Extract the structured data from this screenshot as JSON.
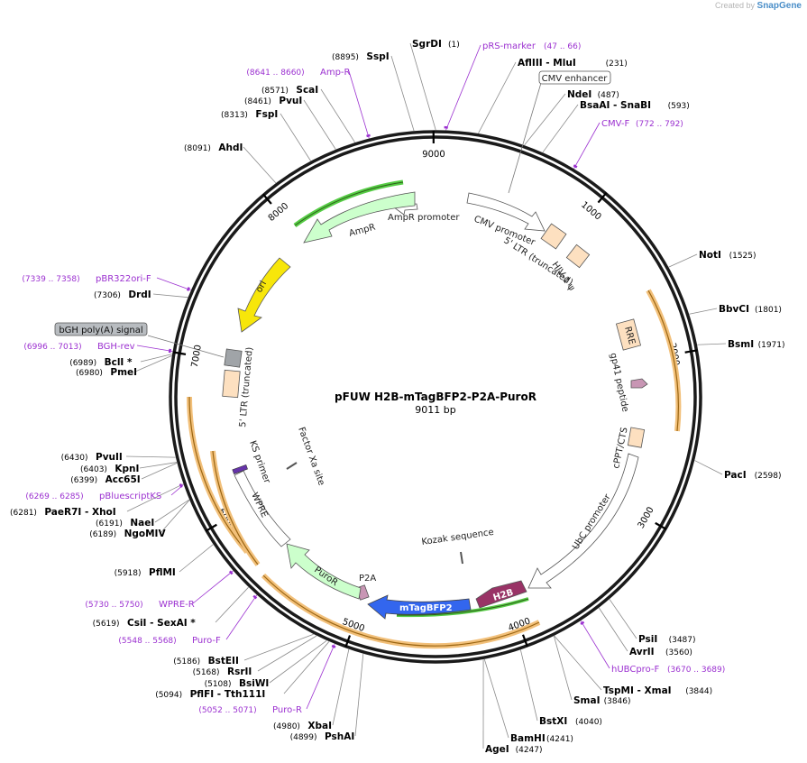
{
  "app": {
    "credit_prefix": "Created by",
    "credit_brand": "SnapGene"
  },
  "plasmid": {
    "name": "pFUW H2B-mTagBFP2-P2A-PuroR",
    "size_label": "9011 bp",
    "length": 9011
  },
  "ticks": [
    {
      "pos": 1000,
      "label": "1000"
    },
    {
      "pos": 2000,
      "label": "2000"
    },
    {
      "pos": 3000,
      "label": "3000"
    },
    {
      "pos": 4000,
      "label": "4000"
    },
    {
      "pos": 5000,
      "label": "5000"
    },
    {
      "pos": 6000,
      "label": "6000"
    },
    {
      "pos": 7000,
      "label": "7000"
    },
    {
      "pos": 8000,
      "label": "8000"
    },
    {
      "pos": 9000,
      "label": "9000"
    }
  ],
  "sites": [
    {
      "pos": 1,
      "name": "SgrDI",
      "coord": "(1)"
    },
    {
      "pos": 8895,
      "name": "SspI",
      "coord": "(8895)"
    },
    {
      "pos": 231,
      "name": "AflIII  - MluI",
      "coord": "(231)"
    },
    {
      "pos": 487,
      "name": "NdeI",
      "coord": "(487)"
    },
    {
      "pos": 593,
      "name": "BsaAI  - SnaBI",
      "coord": "(593)"
    },
    {
      "pos": 8571,
      "name": "ScaI",
      "coord": "(8571)"
    },
    {
      "pos": 8461,
      "name": "PvuI",
      "coord": "(8461)"
    },
    {
      "pos": 8313,
      "name": "FspI",
      "coord": "(8313)"
    },
    {
      "pos": 8091,
      "name": "AhdI",
      "coord": "(8091)"
    },
    {
      "pos": 1525,
      "name": "NotI",
      "coord": "(1525)"
    },
    {
      "pos": 1801,
      "name": "BbvCI",
      "coord": "(1801)"
    },
    {
      "pos": 1971,
      "name": "BsmI",
      "coord": "(1971)"
    },
    {
      "pos": 2598,
      "name": "PacI",
      "coord": "(2598)"
    },
    {
      "pos": 7306,
      "name": "DrdI",
      "coord": "(7306)"
    },
    {
      "pos": 6989,
      "name": "BclI *",
      "coord": "(6989)"
    },
    {
      "pos": 6980,
      "name": "PmeI",
      "coord": "(6980)"
    },
    {
      "pos": 6430,
      "name": "PvuII",
      "coord": "(6430)"
    },
    {
      "pos": 6403,
      "name": "KpnI",
      "coord": "(6403)"
    },
    {
      "pos": 6399,
      "name": "Acc65I",
      "coord": "(6399)"
    },
    {
      "pos": 6281,
      "name": "PaeR7I  - XhoI",
      "coord": "(6281)"
    },
    {
      "pos": 6191,
      "name": "NaeI",
      "coord": "(6191)"
    },
    {
      "pos": 6189,
      "name": "NgoMIV",
      "coord": "(6189)"
    },
    {
      "pos": 5918,
      "name": "PflMI",
      "coord": "(5918)"
    },
    {
      "pos": 5619,
      "name": "CsiI  - SexAI *",
      "coord": "(5619)"
    },
    {
      "pos": 5186,
      "name": "BstEII",
      "coord": "(5186)"
    },
    {
      "pos": 5168,
      "name": "RsrII",
      "coord": "(5168)"
    },
    {
      "pos": 5108,
      "name": "BsiWI",
      "coord": "(5108)"
    },
    {
      "pos": 5094,
      "name": "PflFI  - Tth111I",
      "coord": "(5094)"
    },
    {
      "pos": 4980,
      "name": "XbaI",
      "coord": "(4980)"
    },
    {
      "pos": 4899,
      "name": "PshAI",
      "coord": "(4899)"
    },
    {
      "pos": 3487,
      "name": "PsiI",
      "coord": "(3487)"
    },
    {
      "pos": 3560,
      "name": "AvrII",
      "coord": "(3560)"
    },
    {
      "pos": 3844,
      "name": "TspMI  - XmaI",
      "coord": "(3844)"
    },
    {
      "pos": 3846,
      "name": "SmaI",
      "coord": "(3846)"
    },
    {
      "pos": 4040,
      "name": "BstXI",
      "coord": "(4040)"
    },
    {
      "pos": 4241,
      "name": "BamHI",
      "coord": "(4241)"
    },
    {
      "pos": 4247,
      "name": "AgeI",
      "coord": "(4247)"
    }
  ],
  "primers": [
    {
      "pos": 56,
      "name": "pRS-marker",
      "coord": "(47 .. 66)"
    },
    {
      "pos": 782,
      "name": "CMV-F",
      "coord": "(772 .. 792)"
    },
    {
      "pos": 8650,
      "name": "Amp-R",
      "coord": "(8641 .. 8660)"
    },
    {
      "pos": 7348,
      "name": "pBR322ori-F",
      "coord": "(7339 .. 7358)"
    },
    {
      "pos": 7004,
      "name": "BGH-rev",
      "coord": "(6996 .. 7013)"
    },
    {
      "pos": 6277,
      "name": "pBluescriptKS",
      "coord": "(6269 .. 6285)"
    },
    {
      "pos": 5740,
      "name": "WPRE-R",
      "coord": "(5730 .. 5750)"
    },
    {
      "pos": 5558,
      "name": "Puro-F",
      "coord": "(5548 .. 5568)"
    },
    {
      "pos": 5061,
      "name": "Puro-R",
      "coord": "(5052 .. 5071)"
    },
    {
      "pos": 3680,
      "name": "hUBCpro-F",
      "coord": "(3670 .. 3689)"
    }
  ],
  "boxed_labels": [
    {
      "text": "CMV enhancer"
    },
    {
      "text": "bGH poly(A) signal"
    }
  ],
  "features": {
    "amp_promoter": "AmpR promoter",
    "ampr": "AmpR",
    "ori": "ori",
    "cmv_promoter": "CMV promoter",
    "ltr5": "5' LTR (truncated)",
    "hiv_psi": "HIV-1 ψ",
    "rre": "RRE",
    "gp41": "gp41 peptide",
    "cppt": "cPPT/CTS",
    "ubc": "UbC promoter",
    "kozak": "Kozak sequence",
    "h2b": "H2B",
    "mtagbfp2": "mTagBFP2",
    "p2a": "P2A",
    "puror": "PuroR",
    "wpre": "WPRE",
    "ks_primer": "KS primer",
    "factor_xa": "Factor Xa site",
    "ltr5b": "5' LTR (truncated)"
  },
  "colors": {
    "enzyme": "#000000",
    "primer": "#9b30d0",
    "orf_yellow": "#f7e60a",
    "ampr_fill": "#ccffcc",
    "puro_fill": "#ccffcc",
    "bfp_fill": "#3366ee",
    "h2b_fill": "#993366",
    "ltr_fill": "#fde0c0",
    "ltr_orange": "#f2a030",
    "gray_box": "#a0a4a8"
  }
}
